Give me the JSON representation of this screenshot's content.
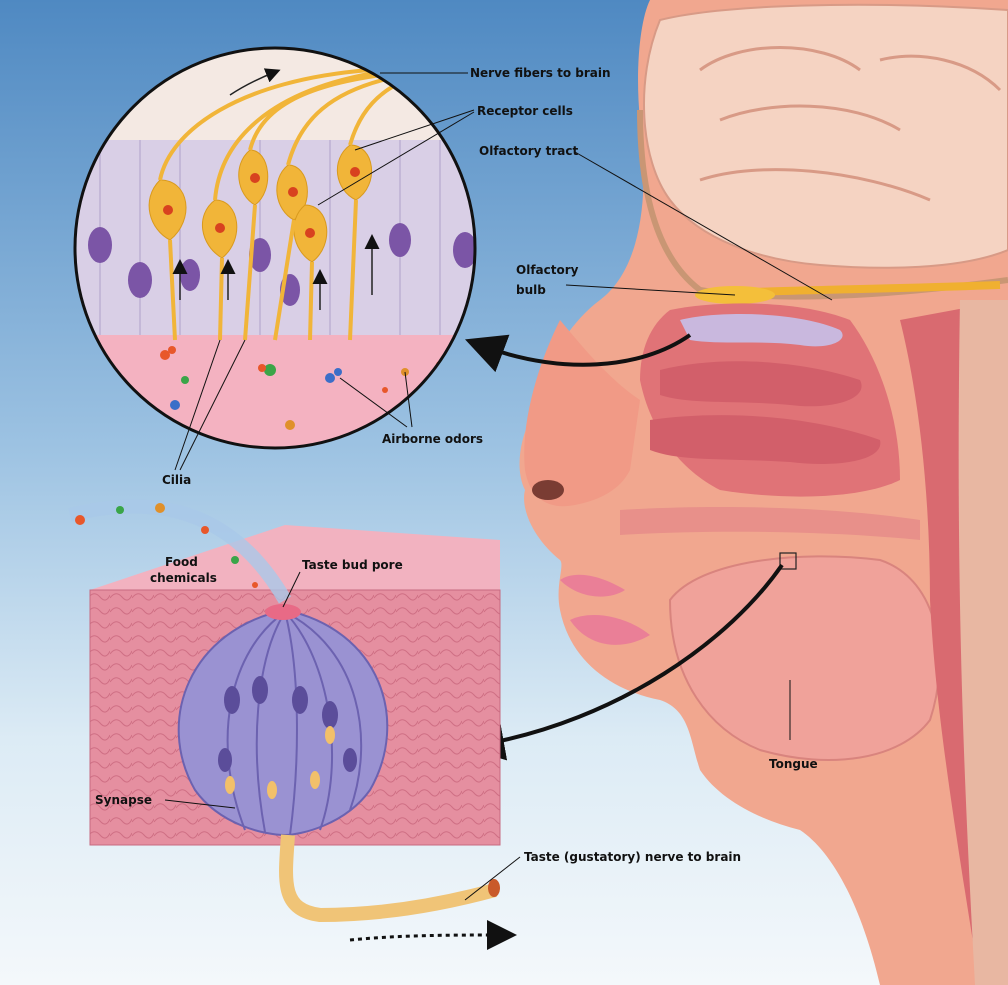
{
  "labels": {
    "nerve_fibers": "Nerve fibers to brain",
    "receptor_cells": "Receptor cells",
    "olfactory_tract": "Olfactory tract",
    "olfactory_bulb_1": "Olfactory",
    "olfactory_bulb_2": "bulb",
    "cilia": "Cilia",
    "airborne_odors": "Airborne odors",
    "food_chemicals_1": "Food",
    "food_chemicals_2": "chemicals",
    "taste_bud_pore": "Taste bud pore",
    "tongue": "Tongue",
    "synapse": "Synapse",
    "taste_nerve": "Taste (gustatory) nerve to brain"
  },
  "colors": {
    "background": "#5b93c7",
    "skin": "#f2a88c",
    "tissue": "#e27a7a",
    "brain": "#f6d8c8",
    "nerve": "#f1b73b",
    "cell_purple": "#7a5aa8"
  }
}
